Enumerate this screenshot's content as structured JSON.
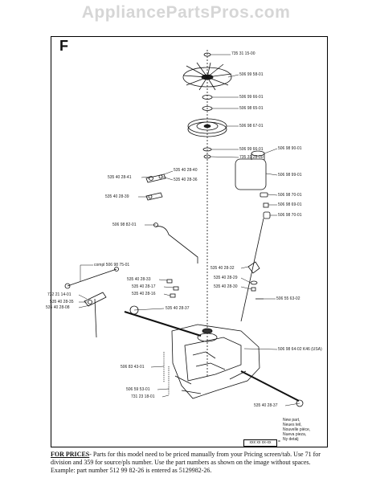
{
  "watermark": "AppliancePartsPros.com",
  "section_letter": "F",
  "labels": {
    "l01": "735 31 15-00",
    "l02": "506 99 58-01",
    "l03": "506 99 66-01",
    "l04": "506 98 65-01",
    "l05": "506 98 67-01",
    "l06": "506 99 66-01",
    "l07": "735 31 28-00",
    "l08": "506 98 90-01",
    "l09": "535 40 28-40",
    "l10": "535 40 28-41",
    "l11": "535 40 28-36",
    "l12": "506 98 99-01",
    "l13": "535 40 28-39",
    "l14": "506 98 70-01",
    "l15": "506 98 69-01",
    "l16": "506 98 70-01",
    "l17": "506 98 82-01",
    "l18": "535 40 28-32",
    "l19": "compl 506 98 75-01",
    "l20": "535 40 28-33",
    "l21": "535 40 28-29",
    "l22": "535 40 28-17",
    "l23": "535 40 28-30",
    "l24": "535 40 28-16",
    "l25": "732 21 14-01",
    "l26": "535 40 28-35",
    "l27": "506 55 63-02",
    "l28": "535 40 28-08",
    "l29": "535 40 28-37",
    "l30": "506 98 64-02 K46 (USA)",
    "l31": "506 83 43-01",
    "l32": "506 59 53-01",
    "l33": "731 23 18-01",
    "l34": "535 40 28-37"
  },
  "legend": {
    "line1": "New part,",
    "line2": "Neues teil,",
    "line3": "Nouvelle pièce,",
    "line4": "Nueva pieza,",
    "line5": "Ny detalj",
    "code_box": "xxx xx xx-xx",
    "equals": "=",
    "code_detail": ""
  },
  "footer": {
    "title": "FOR PRICES",
    "text": "- Parts for this model need to be priced manually from your Pricing screen/tab. Use 71 for division and 359 for source/pls number.  Use the part numbers as shown on the image without spaces.  Example: part number 512 99 82-26 is entered as 5129982-26."
  }
}
